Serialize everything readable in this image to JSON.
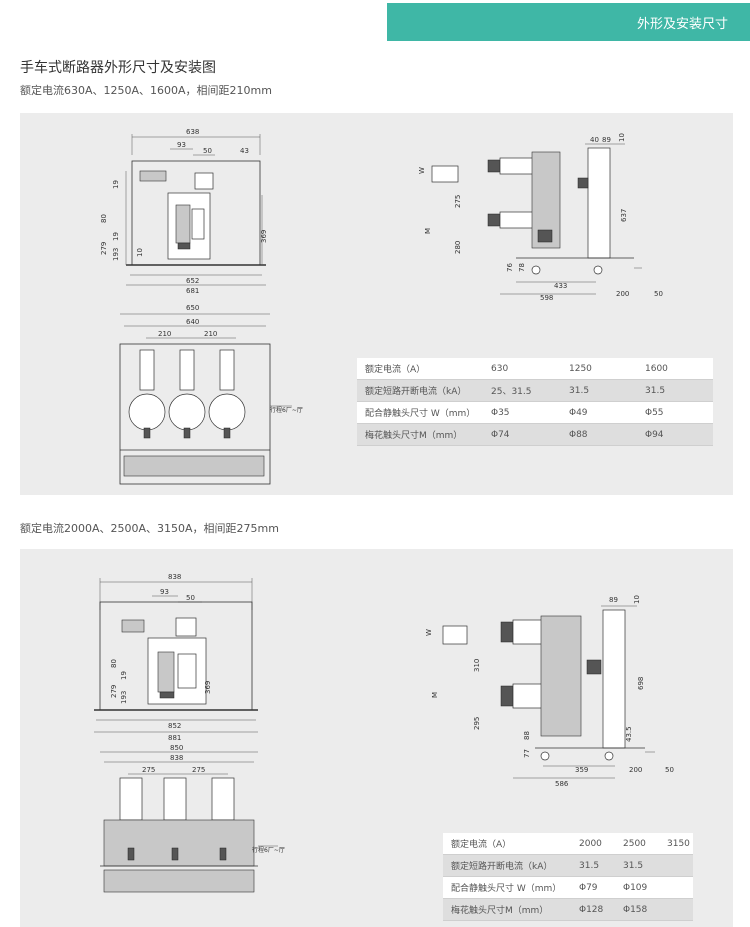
{
  "banner": {
    "label": "外形及安装尺寸"
  },
  "heading": "手车式断路器外形尺寸及安装图",
  "section1": {
    "subtitle": "额定电流630A、1250A、1600A，相间距210mm",
    "front_view_dims": {
      "top": "638",
      "d93": "93",
      "d50": "50",
      "d43": "43",
      "d19a": "19",
      "d80": "80",
      "d19b": "19",
      "d279": "279",
      "d193": "193",
      "d10": "10",
      "d369": "369",
      "d652": "652",
      "d681": "681"
    },
    "side_view_dims": {
      "d40": "40",
      "d89": "89",
      "d10": "10",
      "w": "W",
      "d275": "275",
      "d637": "637",
      "m": "M",
      "d280": "280",
      "d76": "76",
      "d78": "78",
      "d433": "433",
      "d598": "598",
      "d200": "200",
      "d50": "50"
    },
    "top_view_dims": {
      "d650": "650",
      "d640": "640",
      "d210a": "210",
      "d210b": "210",
      "note": "行程6厂~厅"
    },
    "table": [
      [
        "额定电流（A）",
        "630",
        "1250",
        "1600"
      ],
      [
        "额定短路开断电流（kA）",
        "25、31.5",
        "31.5",
        "31.5"
      ],
      [
        "配合静触头尺寸 W（mm）",
        "Φ35",
        "Φ49",
        "Φ55"
      ],
      [
        "梅花触头尺寸M（mm）",
        "Φ74",
        "Φ88",
        "Φ94"
      ]
    ]
  },
  "section2": {
    "subtitle": "额定电流2000A、2500A、3150A，相间距275mm",
    "front_view_dims": {
      "top": "838",
      "d93": "93",
      "d50": "50",
      "d80": "80",
      "d19": "19",
      "d279": "279",
      "d193": "193",
      "d369": "369",
      "d852": "852",
      "d881": "881"
    },
    "side_view_dims": {
      "d89": "89",
      "d10": "10",
      "w": "W",
      "d310": "310",
      "d698": "698",
      "m": "M",
      "d295": "295",
      "d88": "88",
      "d77": "77",
      "d435": "43.5",
      "d359": "359",
      "d586": "586",
      "d200": "200",
      "d50": "50"
    },
    "top_view_dims": {
      "d850": "850",
      "d838": "838",
      "d275a": "275",
      "d275b": "275",
      "note": "行程6厂~厅"
    },
    "table": [
      [
        "额定电流（A）",
        "2000",
        "2500",
        "3150"
      ],
      [
        "额定短路开断电流（kA）",
        "31.5",
        "31.5",
        ""
      ],
      [
        "配合静触头尺寸 W（mm）",
        "Φ79",
        "Φ109",
        ""
      ],
      [
        "梅花触头尺寸M（mm）",
        "Φ128",
        "Φ158",
        ""
      ]
    ]
  },
  "colors": {
    "accent": "#3fb7a6",
    "panel": "#ececec"
  }
}
